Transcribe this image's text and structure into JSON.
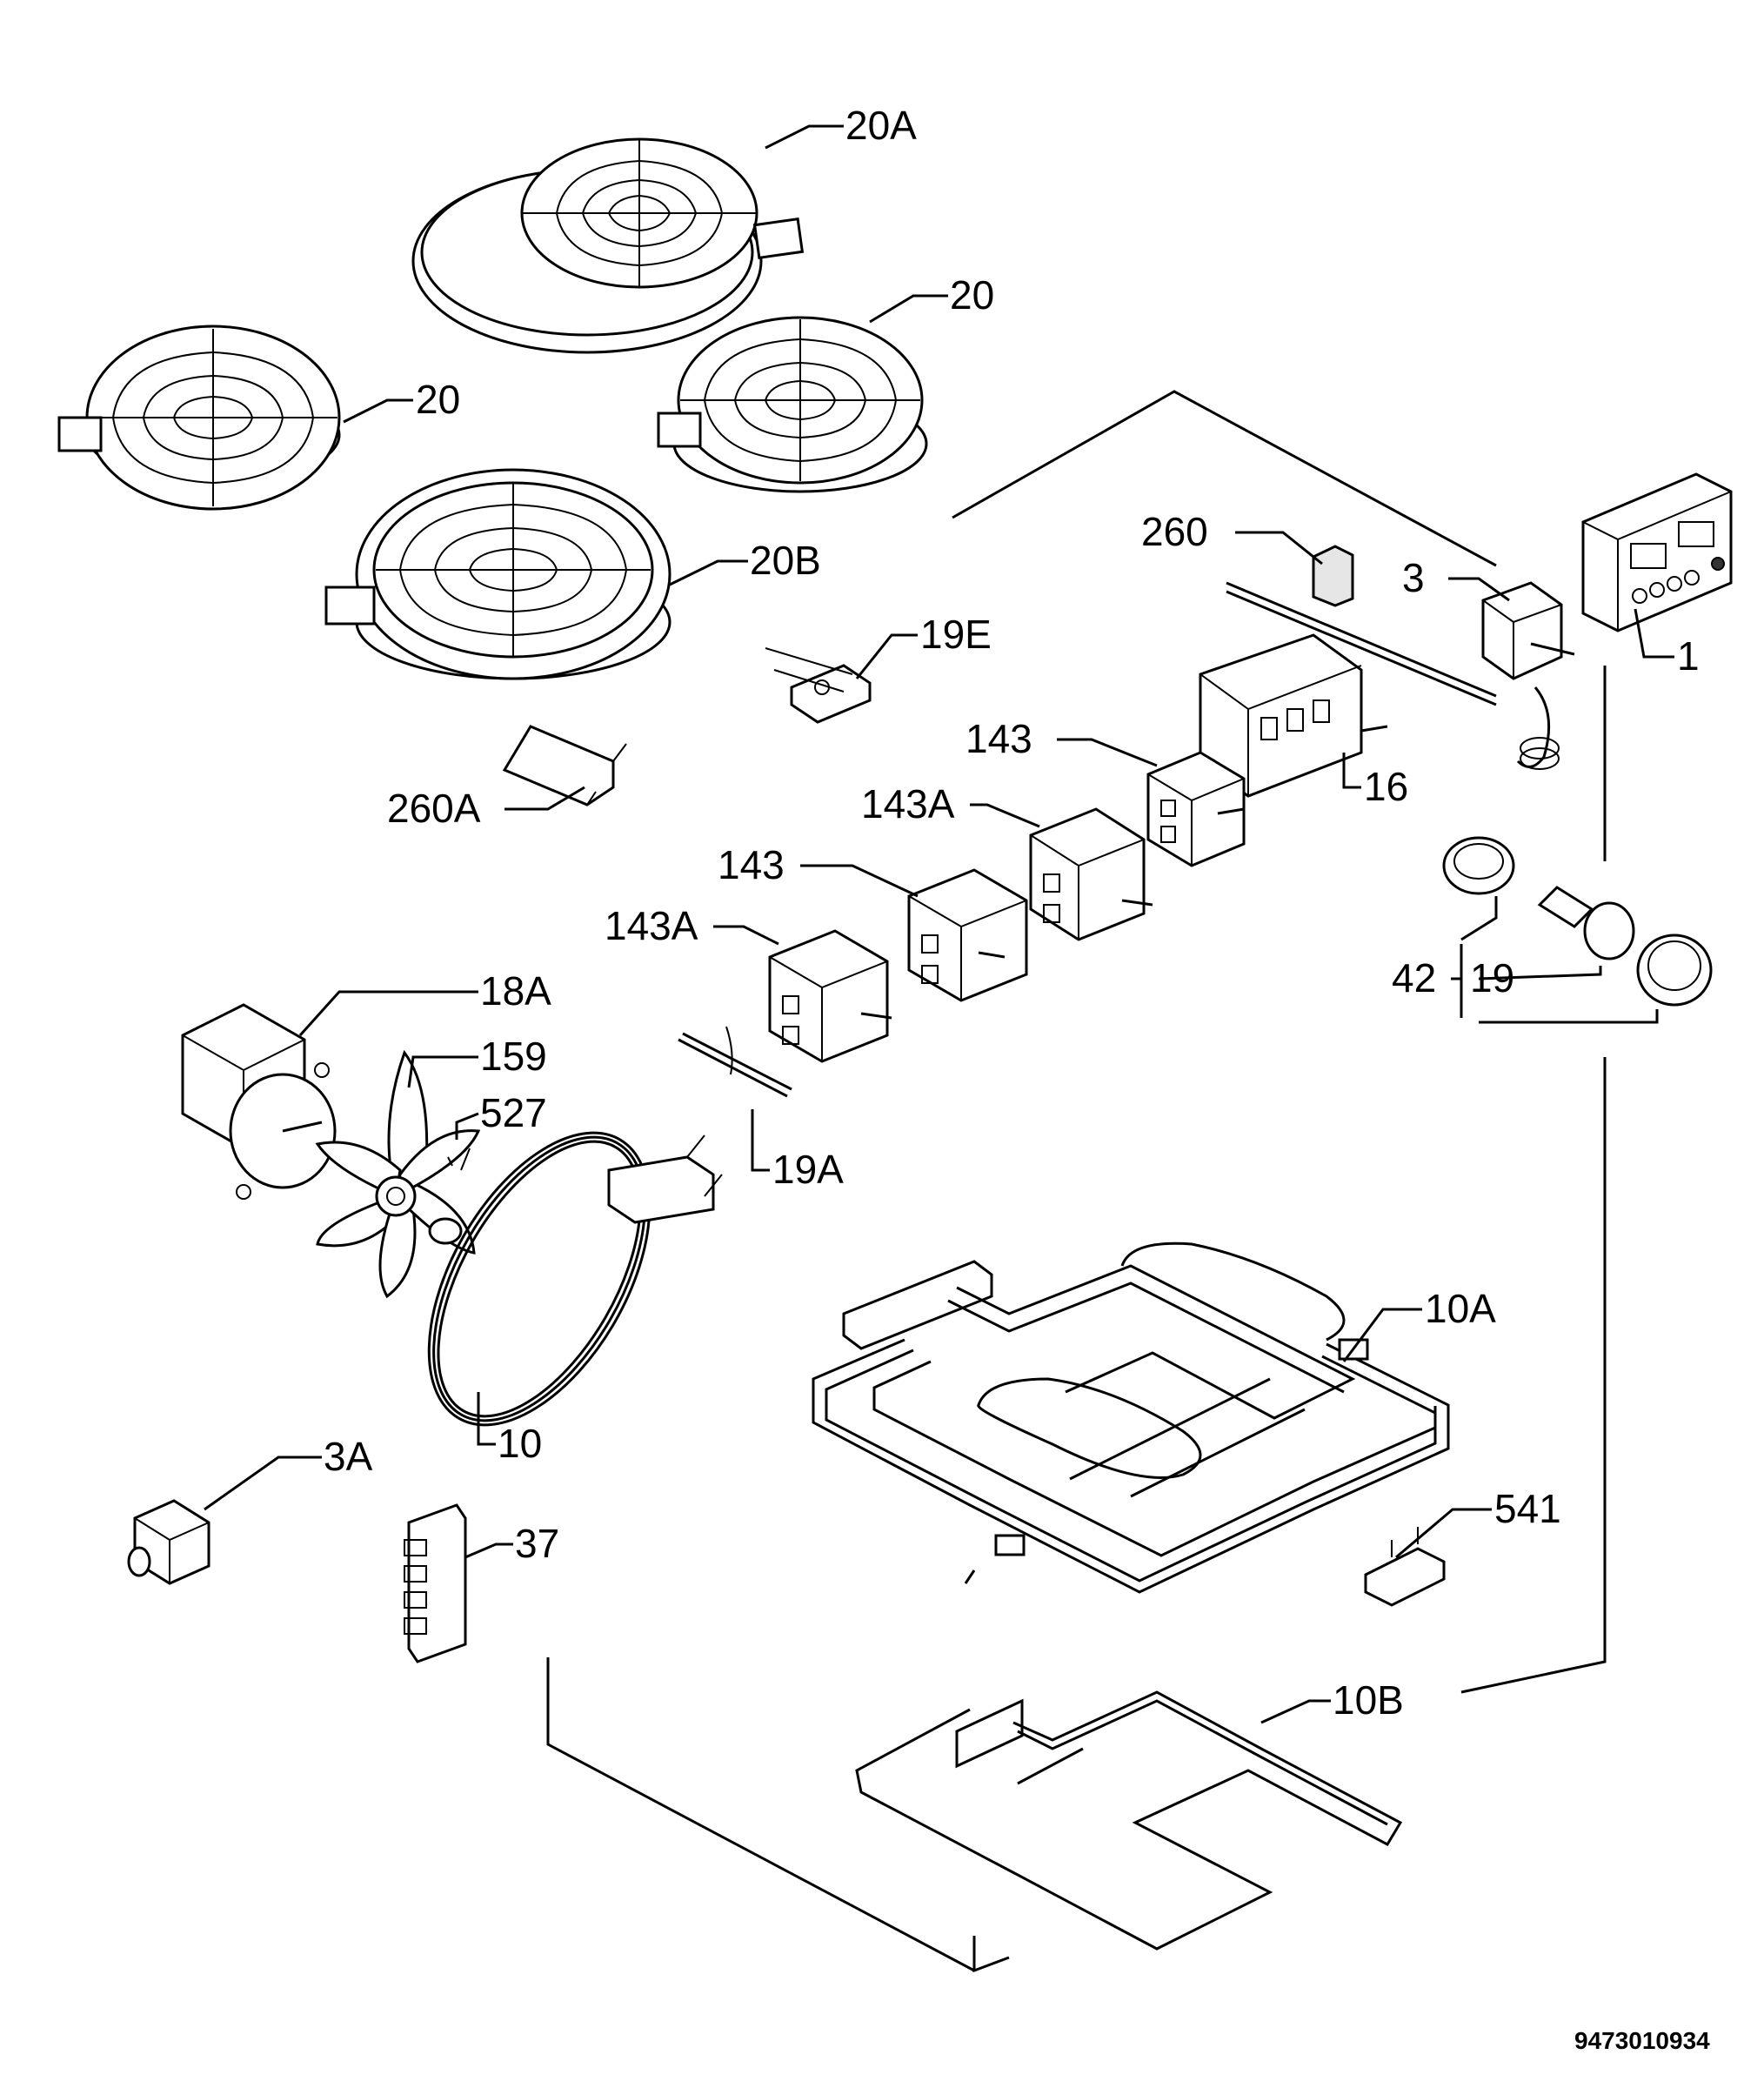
{
  "labels": {
    "l20a": "20A",
    "l20_right": "20",
    "l20_left": "20",
    "l20b": "20B",
    "l260": "260",
    "l3": "3",
    "l1": "1",
    "l19e": "19E",
    "l143_top": "143",
    "l16": "16",
    "l143a_top": "143A",
    "l260a": "260A",
    "l143_mid": "143",
    "l143a_mid": "143A",
    "l42": "42",
    "l19": "19",
    "l18a": "18A",
    "l159": "159",
    "l527": "527",
    "l19a": "19A",
    "l10a": "10A",
    "l10": "10",
    "l3a": "3A",
    "l541": "541",
    "l37": "37",
    "l10b": "10B"
  },
  "document_number": "9473010934"
}
